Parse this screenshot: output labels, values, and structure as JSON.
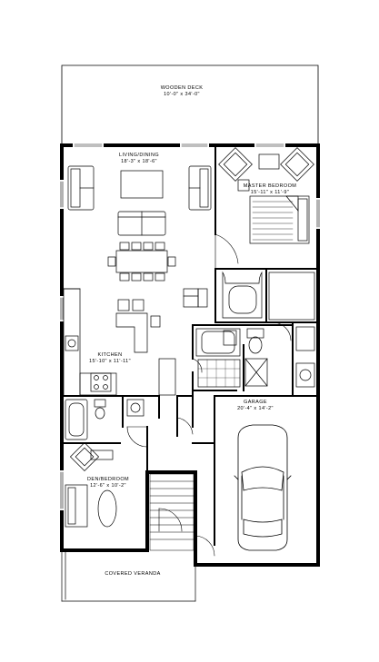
{
  "rooms": {
    "wooden_deck": {
      "name": "WOODEN DECK",
      "size": "10'-0\" x 34'-0\""
    },
    "living_dining": {
      "name": "LIVING/DINING",
      "size": "18'-3\" x 18'-6\""
    },
    "master_bedroom": {
      "name": "MASTER BEDROOM",
      "size": "15'-11\" x 11'-9\""
    },
    "kitchen": {
      "name": "KITCHEN",
      "size": "15'-10\" x 11'-11\""
    },
    "garage": {
      "name": "GARAGE",
      "size": "20'-4\" x 14'-2\""
    },
    "den_bedroom": {
      "name": "DEN/BEDROOM",
      "size": "12'-6\" x 10'-2\""
    },
    "covered_veranda": {
      "name": "COVERED VERANDA"
    }
  }
}
